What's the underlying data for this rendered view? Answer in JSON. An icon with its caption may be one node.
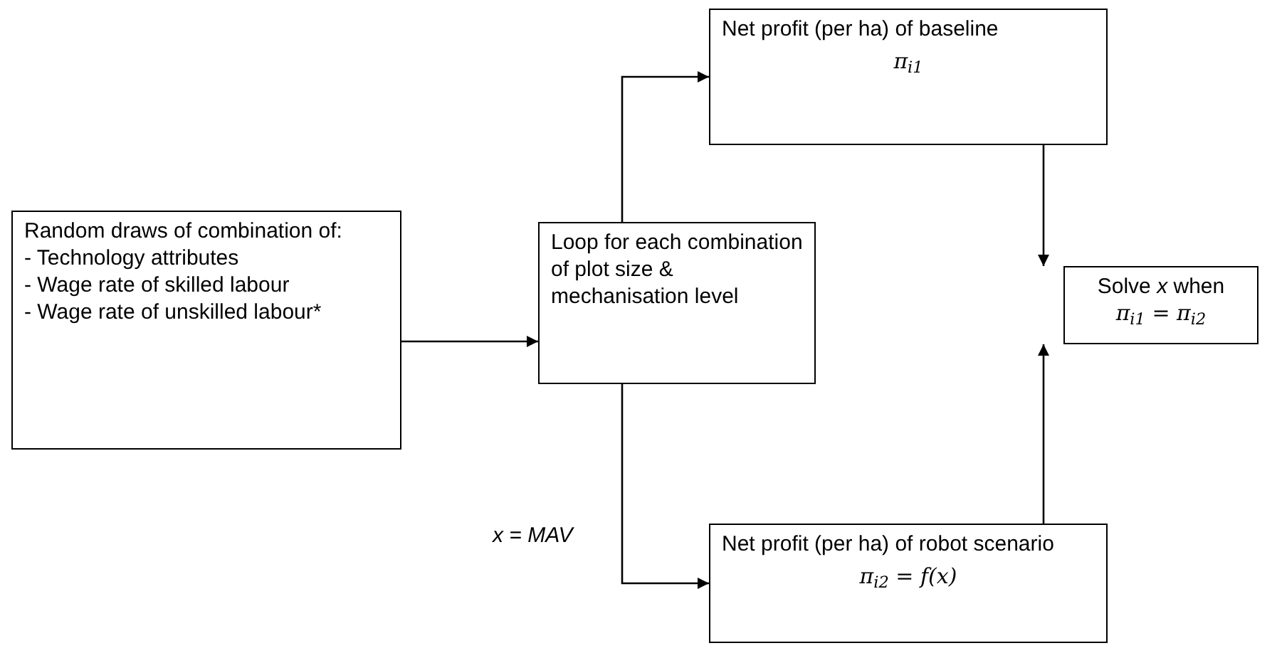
{
  "diagram": {
    "nodes": [
      {
        "text": [
          "Random draws of combination of:",
          "- Technology attributes",
          "- Wage rate of skilled labour",
          "- Wage rate of unskilled labour*"
        ]
      },
      {
        "text": [
          "Loop for each combination of plot size & mechanisation level"
        ]
      },
      {
        "text": [
          "Net profit (per ha) of baseline",
          "π$_{i1}$"
        ]
      },
      {
        "text": [
          "Net profit (per ha) of robot scenario",
          "π$_{i2}$ = f(x)"
        ]
      },
      {
        "text": [
          "Solve *x* when",
          "π$_{i1}$ = π$_{i2}$"
        ]
      }
    ],
    "edges": [
      {
        "from": 0,
        "to": 1,
        "arrow": "to"
      },
      {
        "from": 1,
        "to": 2,
        "arrow": "to"
      },
      {
        "from": 1,
        "to": 3,
        "arrow": "to",
        "label": "x = MAV"
      },
      {
        "from": 2,
        "to": 4,
        "arrow": "to"
      },
      {
        "from": 3,
        "to": 4,
        "arrow": "to"
      }
    ]
  }
}
